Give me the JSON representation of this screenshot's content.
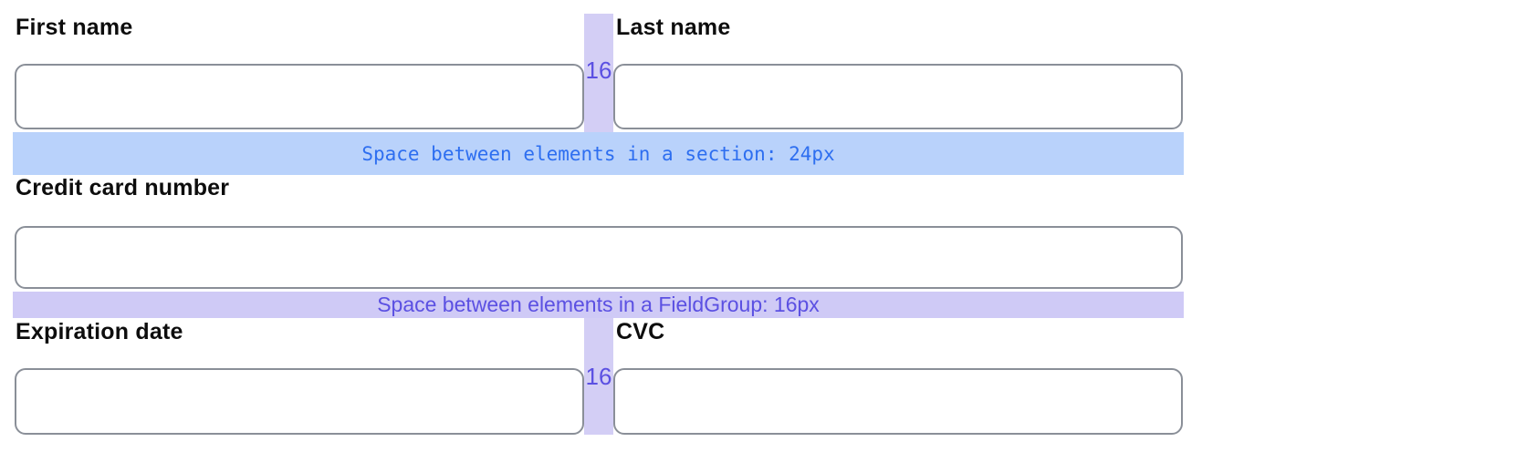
{
  "form": {
    "name_row": {
      "first_name_label": "First name",
      "last_name_label": "Last name",
      "gap_value": "16"
    },
    "card_row": {
      "label": "Credit card number"
    },
    "expiry_row": {
      "expiration_label": "Expiration date",
      "cvc_label": "CVC",
      "gap_value": "16"
    }
  },
  "annotations": {
    "section_spacing": "Space between elements in a section: 24px",
    "fieldgroup_spacing": "Space between elements in a FieldGroup: 16px"
  },
  "colors": {
    "section_band_bg": "#b9d2fb",
    "section_band_text": "#2d6ef0",
    "fieldgroup_band_bg": "#cfcaf6",
    "fieldgroup_band_text": "#5b50e2",
    "column_gap_band_bg": "#d3cef5",
    "gap_value_text": "#5b50e2",
    "input_border": "#8a8f98",
    "label_text": "#0d0d0d"
  }
}
